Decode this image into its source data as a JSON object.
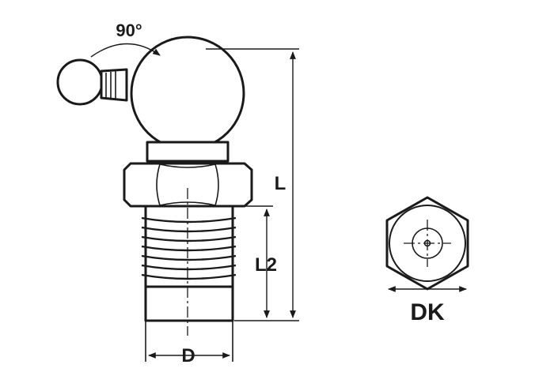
{
  "labels": {
    "angle": "90°",
    "length": "L",
    "thread_length": "L2",
    "diameter": "D",
    "hex_size": "DK"
  },
  "colors": {
    "line": "#1a1a1a",
    "background": "#ffffff"
  }
}
